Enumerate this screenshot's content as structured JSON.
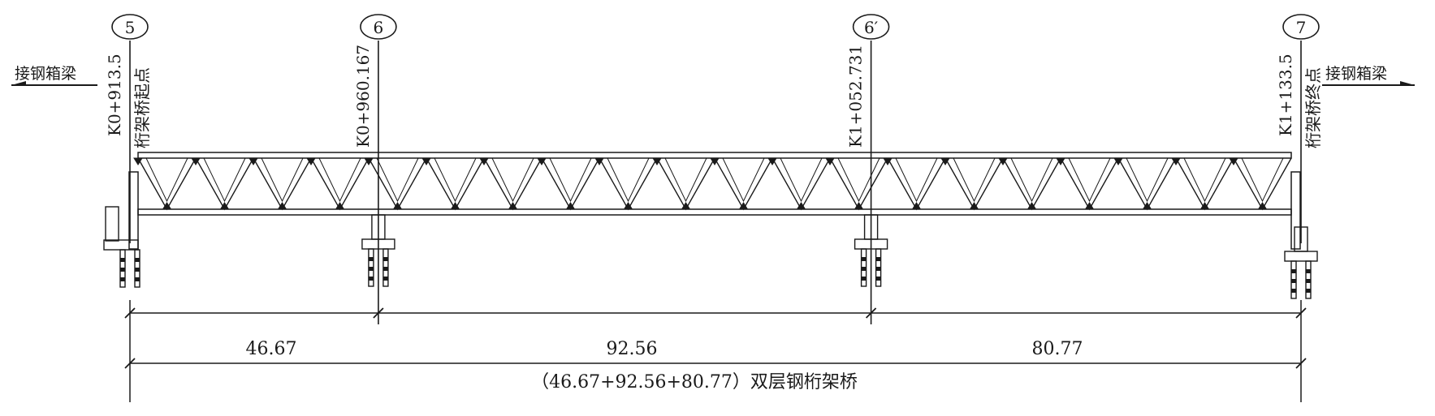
{
  "axes": [
    {
      "id": "5",
      "station": "K0+913.5",
      "note": "桁架桥起点"
    },
    {
      "id": "6",
      "station": "K0+960.167",
      "note": ""
    },
    {
      "id": "6′",
      "station": "K1+052.731",
      "note": ""
    },
    {
      "id": "7",
      "station": "K1+133.5",
      "note": "桁架桥终点"
    }
  ],
  "connections": {
    "left": "接钢箱梁",
    "right": "接钢箱梁"
  },
  "spans": [
    {
      "label": "46.67",
      "length": 46.67
    },
    {
      "label": "92.56",
      "length": 92.56
    },
    {
      "label": "80.77",
      "length": 80.77
    }
  ],
  "total_label": "（46.67+92.56+80.77）双层钢桁架桥",
  "colors": {
    "line": "#1a1a1a",
    "background": "#ffffff"
  }
}
